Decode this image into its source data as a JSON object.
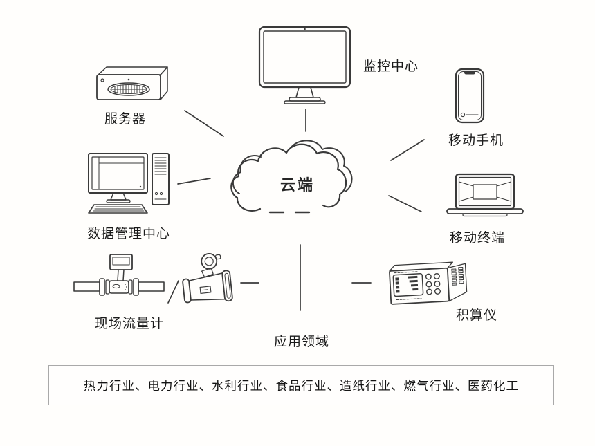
{
  "cloud": {
    "label": "云端"
  },
  "nodes": {
    "monitor": {
      "label": "监控中心"
    },
    "server": {
      "label": "服务器"
    },
    "phone": {
      "label": "移动手机"
    },
    "desktop": {
      "label": "数据管理中心"
    },
    "laptop": {
      "label": "移动终端"
    },
    "flowmeter": {
      "label": "现场流量计"
    },
    "totalizer": {
      "label": "积算仪"
    },
    "application": {
      "label": "应用领域"
    }
  },
  "industries_box": {
    "text": "热力行业、电力行业、水利行业、食品行业、造纸行业、燃气行业、医药化工"
  },
  "icons": {
    "cloud": "cloud-icon",
    "server": "server-icon",
    "monitor": "monitor-icon",
    "desktop": "desktop-icon",
    "phone": "phone-icon",
    "laptop": "laptop-icon",
    "flowmeter_inline": "flow-meter-inline-icon",
    "flowmeter_electromagnetic": "flow-meter-electromagnetic-icon",
    "totalizer": "totalizer-icon"
  },
  "colors": {
    "line": "#3a3a3a",
    "text": "#1a1a1a",
    "background": "#fffefc",
    "box_border": "#a9a9a9"
  }
}
